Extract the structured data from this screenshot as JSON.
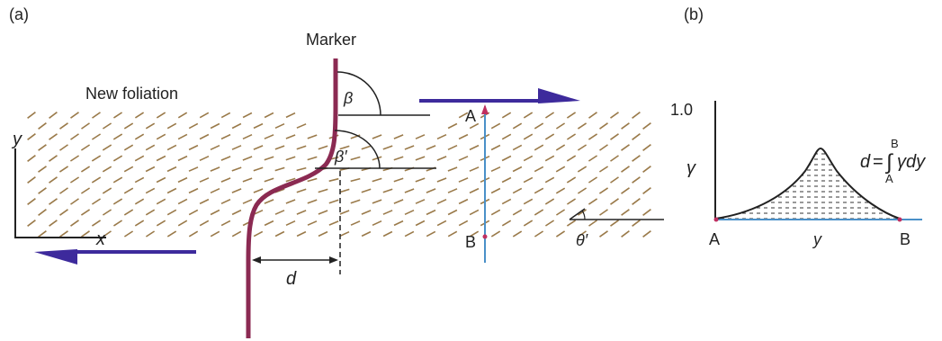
{
  "panel_a": {
    "tag": "(a)",
    "marker_label": "Marker",
    "foliation_label": "New foliation",
    "beta": "β",
    "beta_prime": "β′",
    "theta_prime": "θ′",
    "d_label": "d",
    "axis_x": "x",
    "axis_y": "y",
    "point_a": "A",
    "point_b": "B"
  },
  "panel_b": {
    "tag": "(b)",
    "y_max": "1.0",
    "gamma": "γ",
    "formula_lhs": "d",
    "formula_eq": "=",
    "formula_int": "∫",
    "formula_upper": "B",
    "formula_lower": "A",
    "formula_body": "γdy",
    "point_a": "A",
    "point_b": "B",
    "axis_y": "y"
  },
  "colors": {
    "marker": "#8b2a52",
    "arrow": "#3d2a9c",
    "foliation": "#9a7a4a",
    "profile": "#4a90c8"
  }
}
